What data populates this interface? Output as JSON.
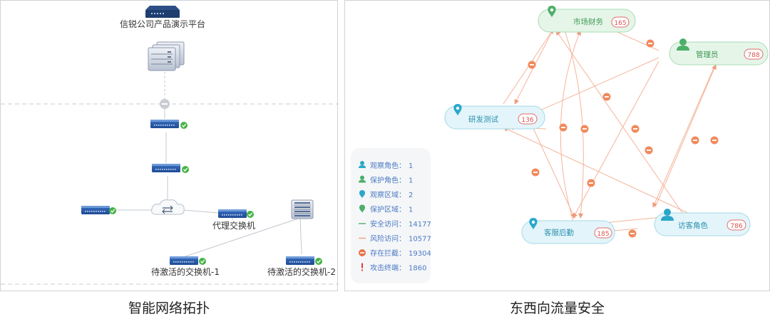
{
  "left_panel": {
    "platform_title": "信锐公司产品演示平台",
    "proxy_switch": "代理交换机",
    "pending_switch_1": "待激活的交换机-1",
    "pending_switch_2": "待激活的交换机-2",
    "caption": "智能网络拓扑"
  },
  "right_panel": {
    "caption": "东西向流量安全",
    "nodes": {
      "market": {
        "label": "市场财务",
        "count": "165"
      },
      "admin": {
        "label": "管理员",
        "count": "788"
      },
      "rd": {
        "label": "研发测试",
        "count": "136"
      },
      "support": {
        "label": "客服后勤",
        "count": "185"
      },
      "visitor": {
        "label": "访客角色",
        "count": "786"
      }
    },
    "legend": [
      {
        "icon": "person-icon",
        "color": "#2aa8c9",
        "label": "观察角色：",
        "value": "1"
      },
      {
        "icon": "person-icon",
        "color": "#4caf6a",
        "label": "保护角色：",
        "value": "1"
      },
      {
        "icon": "pin-icon",
        "color": "#2aa8c9",
        "label": "观察区域：",
        "value": "2"
      },
      {
        "icon": "pin-icon",
        "color": "#4caf6a",
        "label": "保护区域：",
        "value": "1"
      },
      {
        "icon": "line-icon",
        "color": "#4caf6a",
        "label": "安全访问：",
        "value": "14177"
      },
      {
        "icon": "line-icon",
        "color": "#f0a080",
        "label": "风险访问：",
        "value": "10577"
      },
      {
        "icon": "block-icon",
        "color": "#e8744a",
        "label": "存在拦截：",
        "value": "19304"
      },
      {
        "icon": "alert-icon",
        "color": "#e53935",
        "label": "攻击终端：",
        "value": "1860"
      }
    ]
  }
}
